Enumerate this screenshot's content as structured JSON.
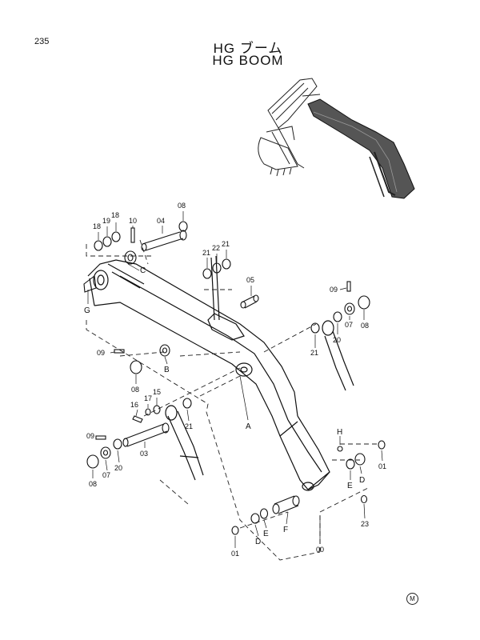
{
  "page_number": "235",
  "title_jp": "HG ブーム",
  "title_en": "HG BOOM",
  "corner_mark": "M",
  "part_labels": {
    "p18a": "18",
    "p19": "19",
    "p18b": "18",
    "p10": "10",
    "p04": "04",
    "p08a": "08",
    "p21a": "21",
    "p22": "22",
    "p21b": "21",
    "p05": "05",
    "p09a": "09",
    "p07a": "07",
    "p08b": "08",
    "p21c": "21",
    "p20a": "20",
    "p09b": "09",
    "p08c": "08",
    "p17": "17",
    "p15": "15",
    "p16": "16",
    "p21d": "21",
    "p09c": "09",
    "p03": "03",
    "p20b": "20",
    "p07b": "07",
    "p08d": "08",
    "p01a": "01",
    "p23": "23",
    "p01b": "01",
    "p00": "00"
  },
  "letter_labels": {
    "C": "C",
    "G": "G",
    "B": "B",
    "A": "A",
    "H": "H",
    "E1": "E",
    "D1": "D",
    "D2": "D",
    "E2": "E",
    "F": "F"
  }
}
